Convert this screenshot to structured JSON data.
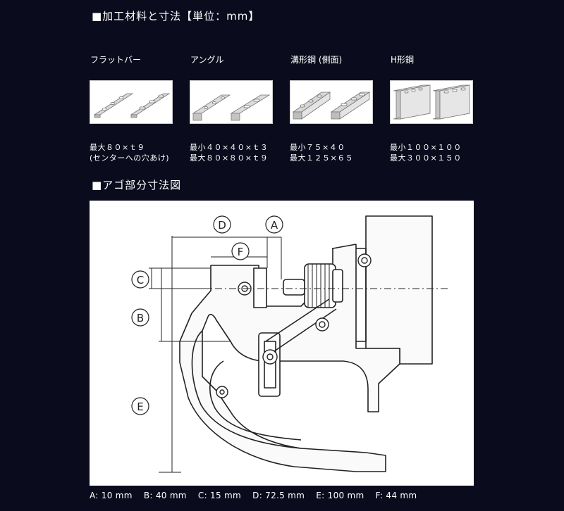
{
  "section1": {
    "title": "■加工材料と寸法【単位：mm】"
  },
  "materials": [
    {
      "name": "フラットバー",
      "spec_line1": "最大８０×ｔ９",
      "spec_line2": "(センターへの穴あけ)"
    },
    {
      "name": "アングル",
      "spec_line1": "最小４０×４０×ｔ３",
      "spec_line2": "最大８０×８０×ｔ９"
    },
    {
      "name": "溝形鋼 (側面)",
      "spec_line1": "最小７５×４０",
      "spec_line2": "最大１２５×６５"
    },
    {
      "name": "H形鋼",
      "spec_line1": "最小１００×１００",
      "spec_line2": "最大３００×１５０"
    }
  ],
  "section2": {
    "title": "■アゴ部分寸法図"
  },
  "diagram": {
    "labels": {
      "A": "A",
      "B": "B",
      "C": "C",
      "D": "D",
      "E": "E",
      "F": "F"
    }
  },
  "dimensions": [
    "A: 10 mm",
    "B: 40 mm",
    "C: 15 mm",
    "D: 72.5 mm",
    "E: 100 mm",
    "F: 44 mm"
  ]
}
